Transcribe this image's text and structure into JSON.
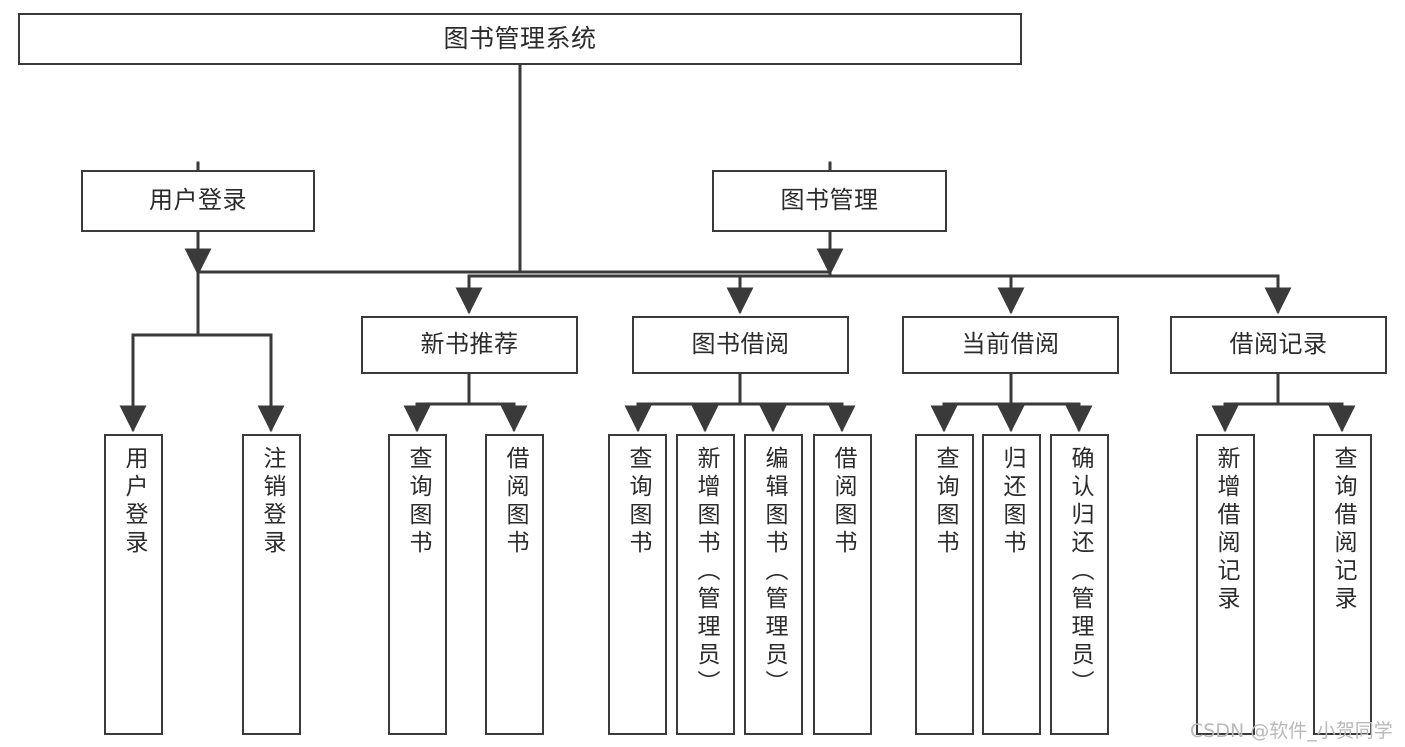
{
  "diagram": {
    "title": "图书管理系统",
    "type": "tree-hierarchy",
    "root": {
      "label": "图书管理系统"
    },
    "level2": [
      {
        "label": "用户登录"
      },
      {
        "label": "图书管理"
      }
    ],
    "level3": [
      {
        "label": "新书推荐"
      },
      {
        "label": "图书借阅"
      },
      {
        "label": "当前借阅"
      },
      {
        "label": "借阅记录"
      }
    ],
    "leaves": {
      "user_login": [
        {
          "label": "用户登录"
        },
        {
          "label": "注销登录"
        }
      ],
      "new_book_recommend": [
        {
          "label": "查询图书"
        },
        {
          "label": "借阅图书"
        }
      ],
      "book_borrow": [
        {
          "label": "查询图书"
        },
        {
          "label": "新增图书（管理员）"
        },
        {
          "label": "编辑图书（管理员）"
        },
        {
          "label": "借阅图书"
        }
      ],
      "current_borrow": [
        {
          "label": "查询图书"
        },
        {
          "label": "归还图书"
        },
        {
          "label": "确认归还（管理员）"
        }
      ],
      "borrow_record": [
        {
          "label": "新增借阅记录"
        },
        {
          "label": "查询借阅记录"
        }
      ]
    }
  },
  "watermark": {
    "text": "CSDN @软件_小贺同学"
  },
  "colors": {
    "stroke": "#3a3a3a",
    "text": "#2b2b2b",
    "background": "#ffffff",
    "watermark": "#b9b9b9"
  }
}
